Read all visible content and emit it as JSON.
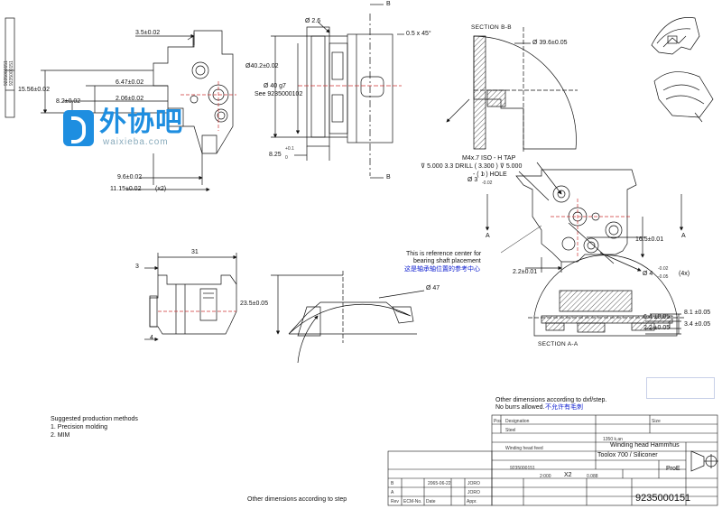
{
  "dims": {
    "d_3_5": "3.5±0.02",
    "d_2_6": "Ø 2.6",
    "d_0_5x45": "0.5 x 45°",
    "d_15_56": "15.56±0.02",
    "d_6_47": "6.47±0.02",
    "d_2_06": "2.06±0.02",
    "d_8_2": "8.2±0.02",
    "d_9_6": "9.6±0.02",
    "d_11_15": "11.15±0.02",
    "d_x2": "(x2)",
    "d_40_2": "Ø40.2±0.02",
    "d_40_g7": "Ø 40 g7",
    "d_see": "See 9235000102",
    "d_8_25": "8.25",
    "d_8_25_tol_up": "+0.1",
    "d_8_25_tol_dn": "0",
    "d_39_6": "Ø 39.6±0.05",
    "d_m4": "M4x.7 ISO - H TAP",
    "d_drill": "⊽ 5.000 3.3 DRILL ( 3.300 ) ⊽ 5.000",
    "d_hole": "- ( 1 ) HOLE",
    "d_o3": "Ø 3",
    "d_o3_up": "0",
    "d_o3_dn": "-0.02",
    "d_16_5": "16.5±0.01",
    "d_2_2": "2.2±0.01",
    "d_o4": "Ø 4",
    "d_o4_up": "-0.02",
    "d_o4_dn": "-0.05",
    "d_4x": "(4x)",
    "d_31": "31",
    "d_3": "3",
    "d_4": "4",
    "d_23_5": "23.5±0.05",
    "d_o47": "Ø 47",
    "d_8_1": "8.1 ±0.05",
    "d_6_4": "6.4 ±0.05",
    "d_3_4": "3.4 ±0.05",
    "d_2_2b": "2.2 ±0.05"
  },
  "labels": {
    "sec_bb": "SECTION  B-B",
    "sec_aa": "SECTION  A-A",
    "b_top": "B",
    "b_bottom": "B",
    "a_left": "A",
    "a_right": "A",
    "ref_line1": "This is reference center for",
    "ref_line2": "bearing shaft placement",
    "ref_cn": "这是轴承轴位置的参考中心",
    "other_dxf": "Other dimensions according to dxf/step.",
    "no_burrs": "No burrs allowed.",
    "no_burrs_cn": "不允许有毛刺",
    "suggested": "Suggested production methods",
    "method1": "1. Precision molding",
    "method2": "2. MIM",
    "other_step": "Other dimensions according to step"
  },
  "watermark": {
    "text": "外协吧",
    "url": "waixieba.com"
  },
  "title_block": {
    "pos": "Pos",
    "designation": "Designation",
    "size": "Size",
    "material": "Steel",
    "ck": "1350 k.an",
    "winding_feed": "Winding head feed",
    "winding_hammer": "Winding head Hammhus",
    "toolox": "Toolox 700 / Siliconer",
    "doc_no_small": "9235000151",
    "scale": "2:000",
    "scale2": "0.088",
    "x2": "X2",
    "prod": "ProE",
    "drawing_no": "9235000151",
    "rev_b": "B",
    "rev_a": "A",
    "date": "2065-06-22",
    "signer": "JORO",
    "signer2": "JORO",
    "rev": "Rev",
    "ecm": "ECM-No.",
    "date_label": "Date",
    "appr": "Appr."
  },
  "side_strip": {
    "line1": "9235000151",
    "line2": "9235000151"
  }
}
